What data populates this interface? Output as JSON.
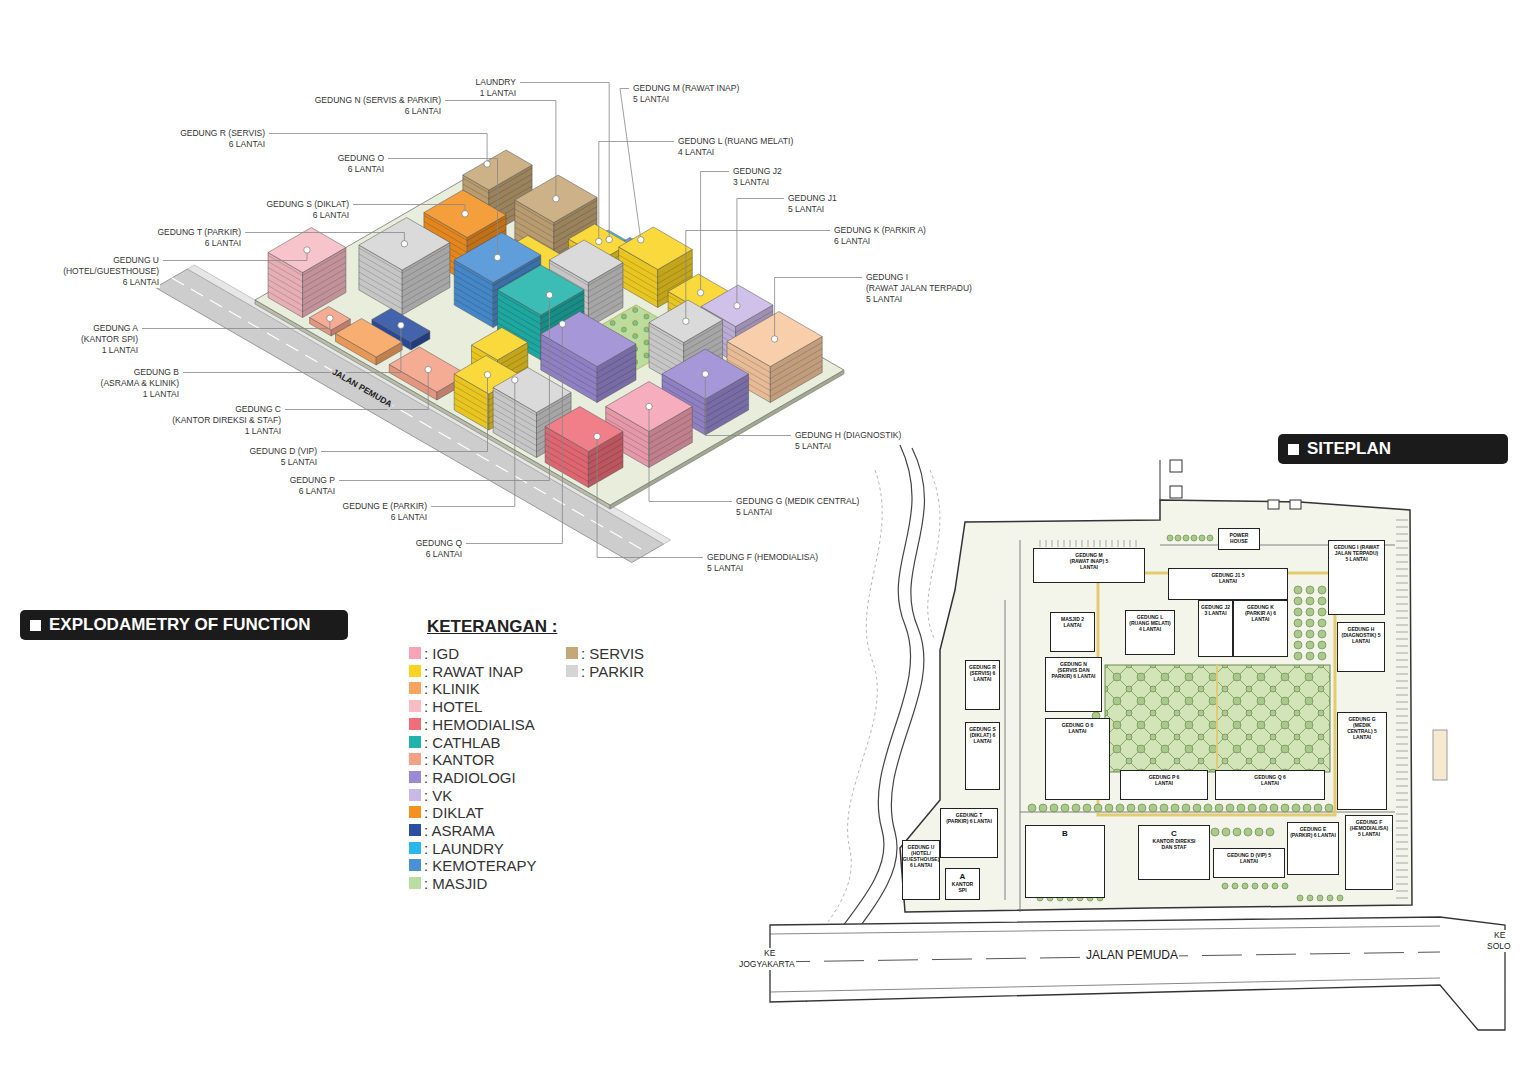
{
  "diagram": {
    "nodes": [
      {
        "text": [
          "EXPLODAMETRY OF FUNCTION"
        ]
      },
      {
        "text": [
          "SITEPLAN"
        ]
      },
      {
        "text": [
          "GEDUNG M (RAWAT INAP) 5 LANTAI"
        ]
      },
      {
        "text": [
          "POWER HOUSE"
        ]
      },
      {
        "text": [
          "GEDUNG I (RAWAT JALAN TERPADU) 5 LANTAI"
        ]
      },
      {
        "text": [
          "GEDUNG J1 5 LANTAI"
        ]
      },
      {
        "text": [
          "MASJID 2 LANTAI"
        ]
      },
      {
        "text": [
          "GEDUNG L (RUANG MELATI) 4 LANTAI"
        ]
      },
      {
        "text": [
          "GEDUNG J2 3 LANTAI"
        ]
      },
      {
        "text": [
          "GEDUNG K (PARKIR A) 6 LANTAI"
        ]
      },
      {
        "text": [
          "GEDUNG H (DIAGNOSTIK) 5 LANTAI"
        ]
      },
      {
        "text": [
          "GEDUNG R (SERVIS) 6 LANTAI"
        ]
      },
      {
        "text": [
          "GEDUNG N (SERVIS DAN PARKIR) 6 LANTAI"
        ]
      },
      {
        "text": [
          "GEDUNG S (DIKLAT) 6 LANTAI"
        ]
      },
      {
        "text": [
          "GEDUNG O 6 LANTAI"
        ]
      },
      {
        "text": [
          "GEDUNG P 6 LANTAI"
        ]
      },
      {
        "text": [
          "GEDUNG Q 6 LANTAI"
        ]
      },
      {
        "text": [
          "GEDUNG G (MEDIK CENTRAL) 5 LANTAI"
        ]
      },
      {
        "text": [
          "GEDUNG T (PARKIR) 6 LANTAI"
        ]
      },
      {
        "text": [
          "GEDUNG U (HOTEL/ GUESTHOUSE) 6 LANTAI"
        ]
      },
      {
        "text": [
          "A",
          "KANTOR SPI"
        ]
      },
      {
        "text": [
          "B"
        ]
      },
      {
        "text": [
          "C",
          "KANTOR DIREKSI DAN STAF"
        ]
      },
      {
        "text": [
          "GEDUNG D (VIP) 5 LANTAI"
        ]
      },
      {
        "text": [
          "GEDUNG E (PARKIR) 6 LANTAI"
        ]
      },
      {
        "text": [
          "GEDUNG F (HEMODIALISA) 5 LANTAI"
        ]
      }
    ],
    "labels": [
      "LAUNDRY",
      "1 LANTAI",
      "GEDUNG N (SERVIS & PARKIR)",
      "6 LANTAI",
      "GEDUNG R (SERVIS)",
      "6 LANTAI",
      "GEDUNG O",
      "6 LANTAI",
      "GEDUNG S (DIKLAT)",
      "6 LANTAI",
      "GEDUNG T (PARKIR)",
      "6 LANTAI",
      "GEDUNG U",
      "(HOTEL/GUESTHOUSE)",
      "6 LANTAI",
      "GEDUNG A",
      "(KANTOR SPI)",
      "1 LANTAI",
      "GEDUNG B",
      "(ASRAMA & KLINIK)",
      "1 LANTAI",
      "GEDUNG C",
      "(KANTOR DIREKSI & STAF)",
      "1 LANTAI",
      "GEDUNG D (VIP)",
      "5 LANTAI",
      "GEDUNG P",
      "6 LANTAI",
      "GEDUNG E (PARKIR)",
      "6 LANTAI",
      "GEDUNG Q",
      "6 LANTAI",
      "GEDUNG M (RAWAT INAP)",
      "5 LANTAI",
      "GEDUNG L (RUANG MELATI)",
      "4 LANTAI",
      "GEDUNG J2",
      "3 LANTAI",
      "GEDUNG J1",
      "5 LANTAI",
      "GEDUNG K (PARKIR A)",
      "6 LANTAI",
      "GEDUNG I",
      "(RAWAT JALAN TERPADU)",
      "5 LANTAI",
      "GEDUNG H (DIAGNOSTIK)",
      "5 LANTAI",
      "GEDUNG G (MEDIK CENTRAL)",
      "5 LANTAI",
      "GEDUNG F (HEMODIALISA)",
      "5 LANTAI",
      "JALAN PEMUDA",
      "KETERANGAN :",
      "JALAN PEMUDA",
      "KE",
      "JOGYAKARTA",
      "KE",
      "SOLO"
    ],
    "legend": [
      {
        "text": ": IGD",
        "color": "#f5a3b5"
      },
      {
        "text": ": RAWAT INAP",
        "color": "#f9d423"
      },
      {
        "text": ": KLINIK",
        "color": "#f8a35e"
      },
      {
        "text": ": HOTEL",
        "color": "#f7bcc4"
      },
      {
        "text": ": HEMODIALISA",
        "color": "#ee6e7a"
      },
      {
        "text": ": CATHLAB",
        "color": "#20b3ab"
      },
      {
        "text": ": KANTOR",
        "color": "#f4a186"
      },
      {
        "text": ": RADIOLOGI",
        "color": "#9a8ad3"
      },
      {
        "text": ": VK",
        "color": "#c9b9e6"
      },
      {
        "text": ": DIKLAT",
        "color": "#f39121"
      },
      {
        "text": ": ASRAMA",
        "color": "#2b4ea2"
      },
      {
        "text": ": LAUNDRY",
        "color": "#29b6e8"
      },
      {
        "text": ": KEMOTERAPY",
        "color": "#4a90d6"
      },
      {
        "text": ": MASJID",
        "color": "#b8dea4"
      },
      {
        "text": ": SERVIS",
        "color": "#c6a777"
      },
      {
        "text": ": PARKIR",
        "color": "#d5d5d5"
      }
    ]
  }
}
